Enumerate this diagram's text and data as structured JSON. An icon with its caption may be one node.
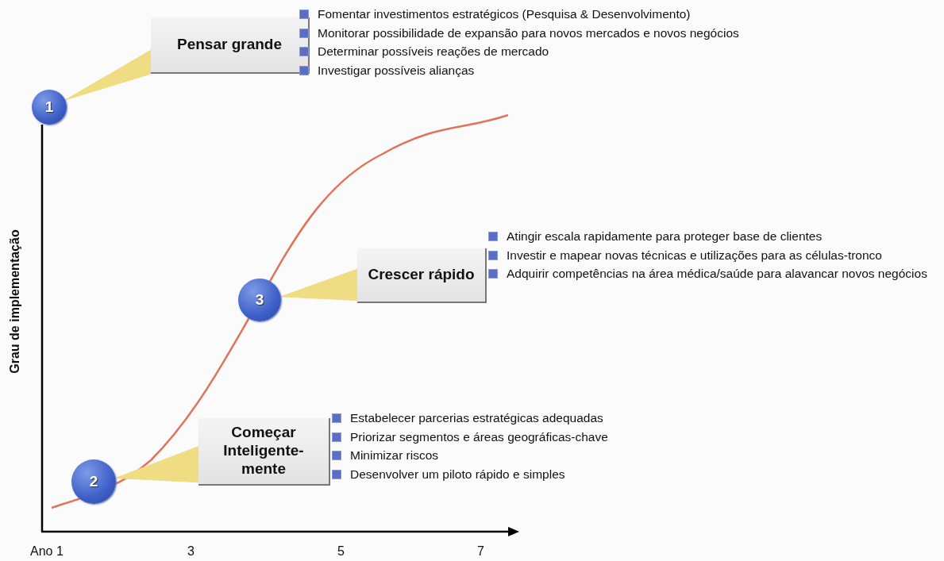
{
  "diagram": {
    "nodes": [
      {
        "text": [
          "1"
        ]
      },
      {
        "text": [
          "Pensar grande"
        ],
        "beside": [
          "Fomentar investimentos estratégicos (Pesquisa & Desenvolvimento)",
          "Monitorar possibilidade de expansão para novos mercados e novos negócios",
          "Determinar possíveis reações de mercado",
          "Investigar possíveis alianças"
        ]
      },
      {
        "text": [
          "3"
        ]
      },
      {
        "text": [
          "Crescer rápido"
        ],
        "beside": [
          "Atingir escala rapidamente para proteger base de clientes",
          "Investir e mapear novas técnicas e utilizações para as células-tronco",
          "Adquirir competências na área médica/saúde para alavancar novos negócios"
        ]
      },
      {
        "text": [
          "2"
        ]
      },
      {
        "text": [
          "Começar Inteligente- mente"
        ],
        "beside": [
          "Estabelecer parcerias estratégicas adequadas",
          "Priorizar segmentos e áreas geográficas-chave",
          "Minimizar riscos",
          "Desenvolver um piloto rápido e simples"
        ]
      }
    ],
    "edges": [
      {
        "from": 0,
        "to": 1,
        "arrow": "none"
      },
      {
        "from": 2,
        "to": 3,
        "arrow": "none"
      },
      {
        "from": 4,
        "to": 5,
        "arrow": "none"
      }
    ],
    "labels": [
      "Grau de implementação",
      "Ano 1",
      "3",
      "5",
      "7"
    ]
  }
}
